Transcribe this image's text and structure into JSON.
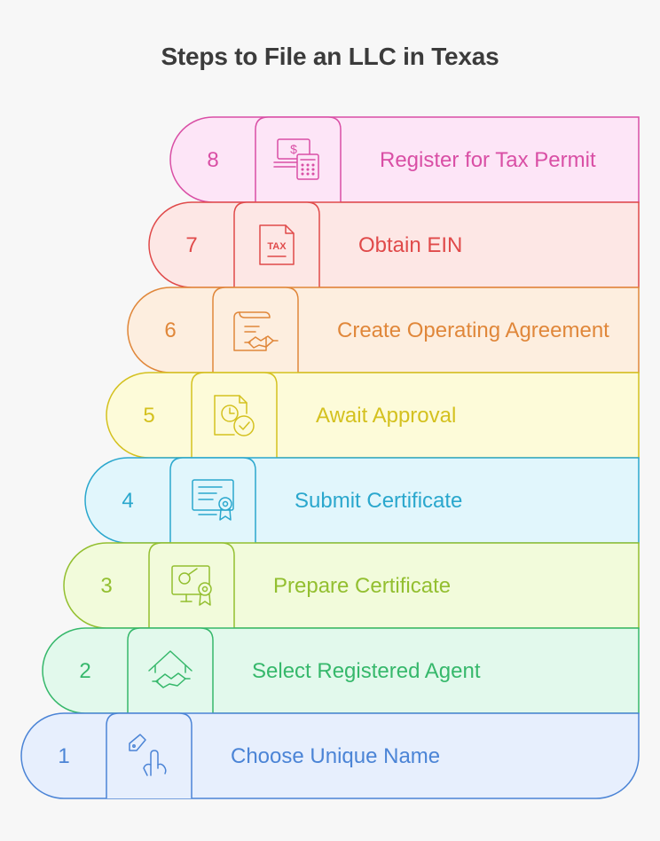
{
  "title": "Steps to File an LLC in Texas",
  "steps": [
    {
      "number": "8",
      "label": "Register for Tax Permit",
      "icon": "money-calculator-icon",
      "color": "#d94fa5",
      "fill": "#fde5f7"
    },
    {
      "number": "7",
      "label": "Obtain EIN",
      "icon": "tax-document-icon",
      "color": "#e04a4a",
      "fill": "#fde7e5"
    },
    {
      "number": "6",
      "label": "Create Operating Agreement",
      "icon": "contract-handshake-icon",
      "color": "#e0873a",
      "fill": "#fdeedf"
    },
    {
      "number": "5",
      "label": "Await Approval",
      "icon": "document-clock-check-icon",
      "color": "#d4c11f",
      "fill": "#fdfbd9"
    },
    {
      "number": "4",
      "label": "Submit Certificate",
      "icon": "certificate-submit-icon",
      "color": "#2aa7cd",
      "fill": "#e1f6fc"
    },
    {
      "number": "3",
      "label": "Prepare Certificate",
      "icon": "certificate-prepare-icon",
      "color": "#93bf30",
      "fill": "#f2fbdb"
    },
    {
      "number": "2",
      "label": "Select Registered Agent",
      "icon": "house-handshake-icon",
      "color": "#36b86b",
      "fill": "#e2f9ec"
    },
    {
      "number": "1",
      "label": "Choose Unique Name",
      "icon": "tag-hand-icon",
      "color": "#4b84d6",
      "fill": "#e7effd"
    }
  ]
}
